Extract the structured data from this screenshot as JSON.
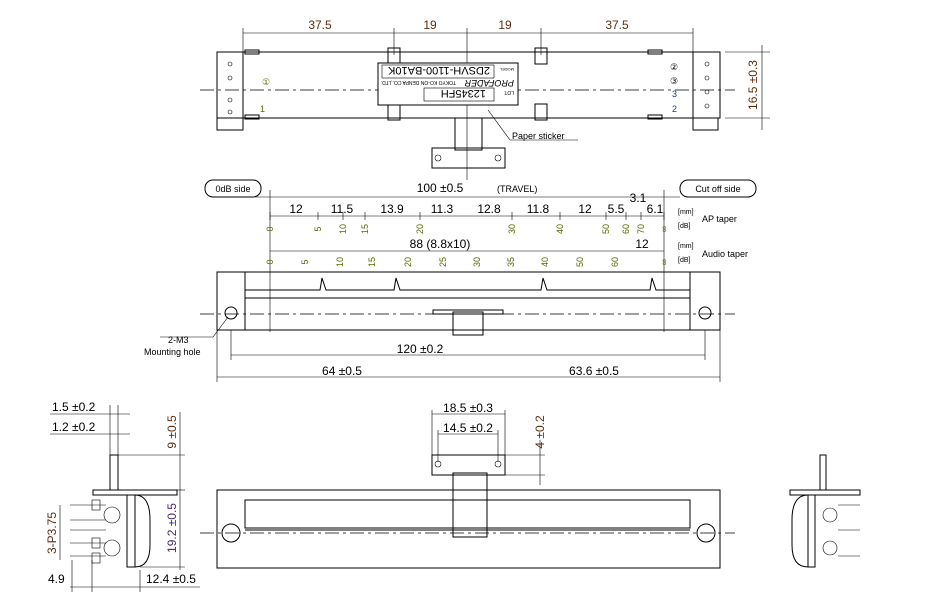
{
  "top_view": {
    "dims": [
      "37.5",
      "19",
      "19",
      "37.5"
    ],
    "height_dim": "16.5 ±0.3",
    "pin_circles_left": [
      "①"
    ],
    "pin_circles_right": [
      "②",
      "③"
    ],
    "pin_labels_left": [
      "1"
    ],
    "pin_labels_right": [
      "3",
      "2"
    ],
    "sticker": {
      "lot_label": "LOT.",
      "lot": "12345FH",
      "model_label": "MODEL",
      "model": "2DSVH-1100-BA10K",
      "brand": "PROFADER",
      "maker": "TOKYO KO-ON DENPA CO.,LTD."
    },
    "callout": "Paper sticker"
  },
  "taper_view": {
    "left_label": "0dB side",
    "right_label": "Cut off side",
    "travel": "100 ±0.5",
    "travel_note": "(TRAVEL)",
    "ap": {
      "name": "AP taper",
      "segments": [
        "12",
        "11.5",
        "13.9",
        "11.3",
        "12.8",
        "11.8",
        "12",
        "5.5",
        "3.1",
        "6.1"
      ],
      "ticks": [
        "0",
        "5",
        "10",
        "15",
        "20",
        "30",
        "40",
        "50",
        "60",
        "70",
        "∞"
      ]
    },
    "audio": {
      "name": "Audio taper",
      "segments": [
        "88 (8.8x10)",
        "12"
      ],
      "ticks": [
        "0",
        "5",
        "10",
        "15",
        "20",
        "25",
        "30",
        "35",
        "40",
        "50",
        "60",
        "∞"
      ]
    },
    "unit_mm": "[mm]",
    "unit_db": "[dB]"
  },
  "side_view": {
    "hole_label": "2-M3",
    "hole_label2": "Mounting hole",
    "overall": "120 ±0.2",
    "left_len": "64 ±0.5",
    "right_len": "63.6 ±0.5"
  },
  "front_view": {
    "tab_w": "18.5 ±0.3",
    "hole_pitch": "14.5 ±0.2",
    "tab_h": "4 ±0.2"
  },
  "end_view": {
    "d1": "1.5 ±0.2",
    "d2": "1.2 ±0.2",
    "d3": "9 ±0.5",
    "d4": "19.2 ±0.5",
    "d5": "3-P3.75",
    "d6": "4.9",
    "d7": "12.4 ±0.5"
  }
}
